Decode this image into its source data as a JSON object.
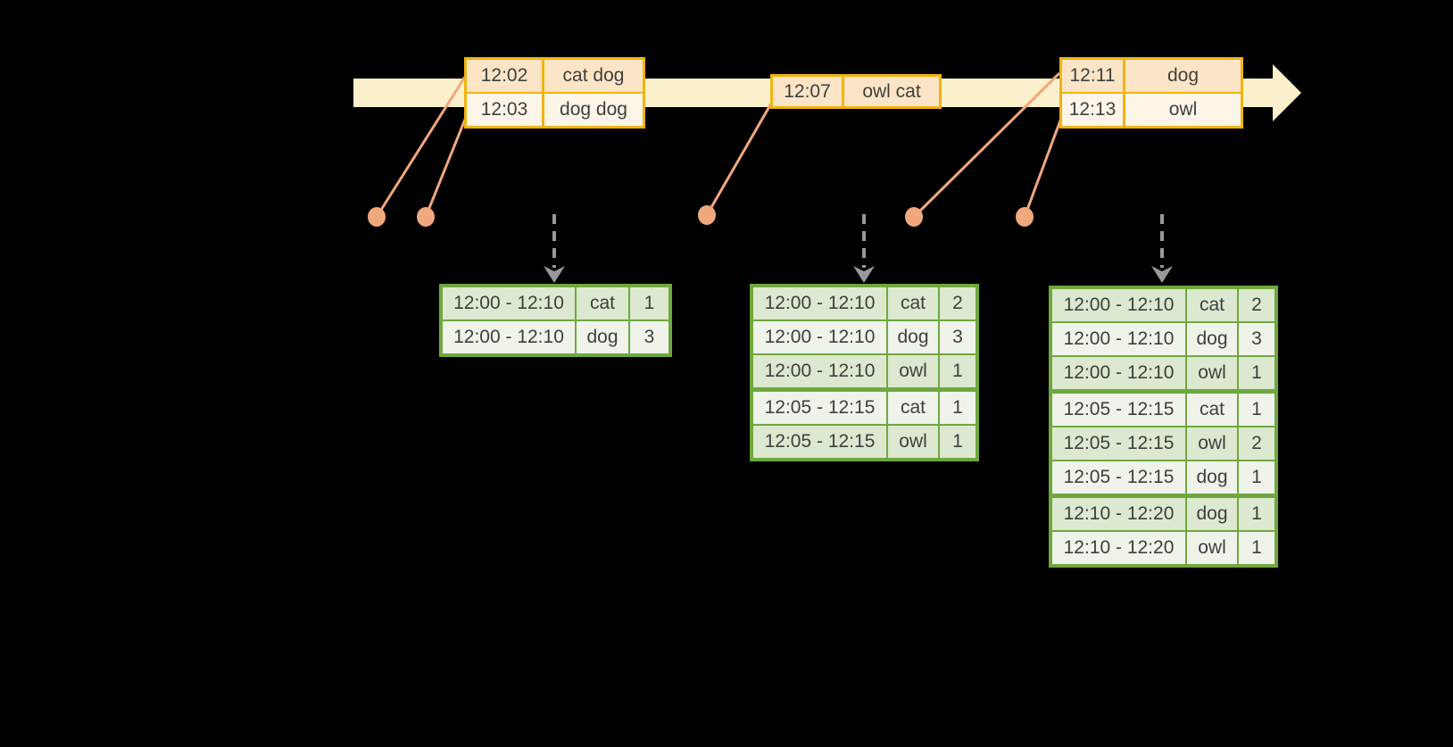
{
  "colors": {
    "background": "#000000",
    "timeline_band": "#FAF0CB",
    "event_table_border": "#F0B410",
    "event_row_dark": "#FBE5C6",
    "event_row_light": "#FDF5E7",
    "connector_salmon": "#F0A87C",
    "result_table_border": "#6FA83E",
    "result_row_dark": "#DCE8D0",
    "result_row_light": "#EFF3EA",
    "trigger_arrow_gray": "#999999",
    "text": "#3F3F3F"
  },
  "timeline": {
    "event_tables": [
      {
        "rows": [
          {
            "time": "12:02",
            "words": "cat dog"
          },
          {
            "time": "12:03",
            "words": "dog dog"
          }
        ]
      },
      {
        "rows": [
          {
            "time": "12:07",
            "words": "owl cat"
          }
        ]
      },
      {
        "rows": [
          {
            "time": "12:11",
            "words": "dog"
          },
          {
            "time": "12:13",
            "words": "owl"
          }
        ]
      }
    ]
  },
  "result_tables": [
    {
      "rows": [
        {
          "window": "12:00 - 12:10",
          "word": "cat",
          "count": "1"
        },
        {
          "window": "12:00 - 12:10",
          "word": "dog",
          "count": "3"
        }
      ]
    },
    {
      "rows": [
        {
          "window": "12:00 - 12:10",
          "word": "cat",
          "count": "2"
        },
        {
          "window": "12:00 - 12:10",
          "word": "dog",
          "count": "3"
        },
        {
          "window": "12:00 - 12:10",
          "word": "owl",
          "count": "1"
        },
        {
          "window": "12:05 - 12:15",
          "word": "cat",
          "count": "1"
        },
        {
          "window": "12:05 - 12:15",
          "word": "owl",
          "count": "1"
        }
      ]
    },
    {
      "rows": [
        {
          "window": "12:00 - 12:10",
          "word": "cat",
          "count": "2"
        },
        {
          "window": "12:00 - 12:10",
          "word": "dog",
          "count": "3"
        },
        {
          "window": "12:00 - 12:10",
          "word": "owl",
          "count": "1"
        },
        {
          "window": "12:05 - 12:15",
          "word": "cat",
          "count": "1"
        },
        {
          "window": "12:05 - 12:15",
          "word": "owl",
          "count": "2"
        },
        {
          "window": "12:05 - 12:15",
          "word": "dog",
          "count": "1"
        },
        {
          "window": "12:10 - 12:20",
          "word": "dog",
          "count": "1"
        },
        {
          "window": "12:10 - 12:20",
          "word": "owl",
          "count": "1"
        }
      ]
    }
  ]
}
